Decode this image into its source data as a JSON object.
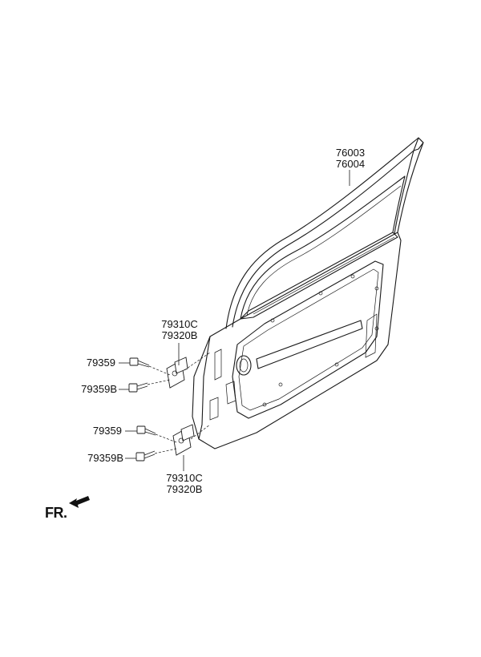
{
  "labels": {
    "door_panel_line1": "76003",
    "door_panel_line2": "76004",
    "upper_hinge_line1": "79310C",
    "upper_hinge_line2": "79320B",
    "upper_bolt": "79359",
    "upper_bolt_b": "79359B",
    "lower_bolt": "79359",
    "lower_bolt_b": "79359B",
    "lower_hinge_line1": "79310C",
    "lower_hinge_line2": "79320B"
  },
  "direction_indicator": "FR.",
  "icons": [
    "front-direction-arrow-icon"
  ]
}
